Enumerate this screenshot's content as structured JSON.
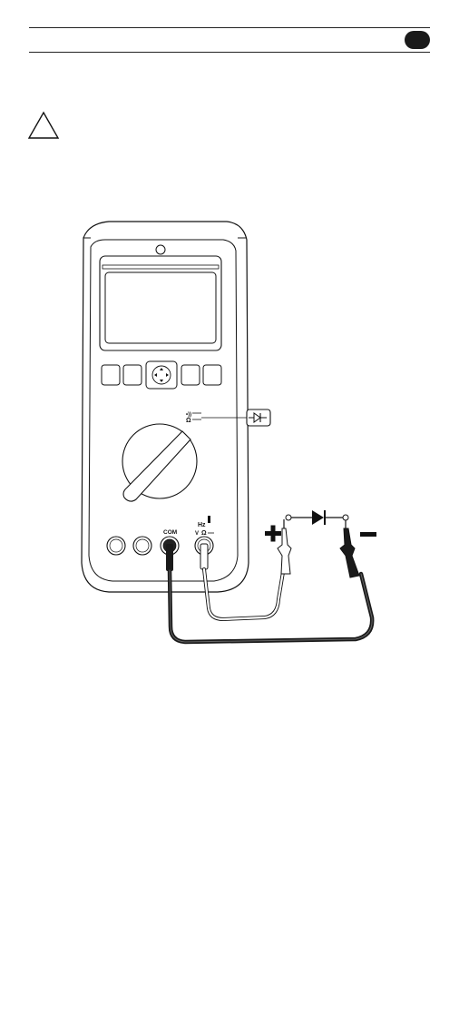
{
  "header": {
    "tab_color": "#1a1a1a"
  },
  "warning": {
    "icon": "warning-triangle-icon"
  },
  "figure": {
    "terminals": {
      "com_label": "COM",
      "hz_label": "Hz",
      "v_label": "V",
      "ohm_label": "Ω"
    },
    "dial_symbol_top": "•))",
    "dial_symbol_bottom": "Ω",
    "callout_icon": "diode-icon",
    "diode_icon": "diode-icon",
    "positive_sign": "+",
    "negative_sign": "−"
  }
}
